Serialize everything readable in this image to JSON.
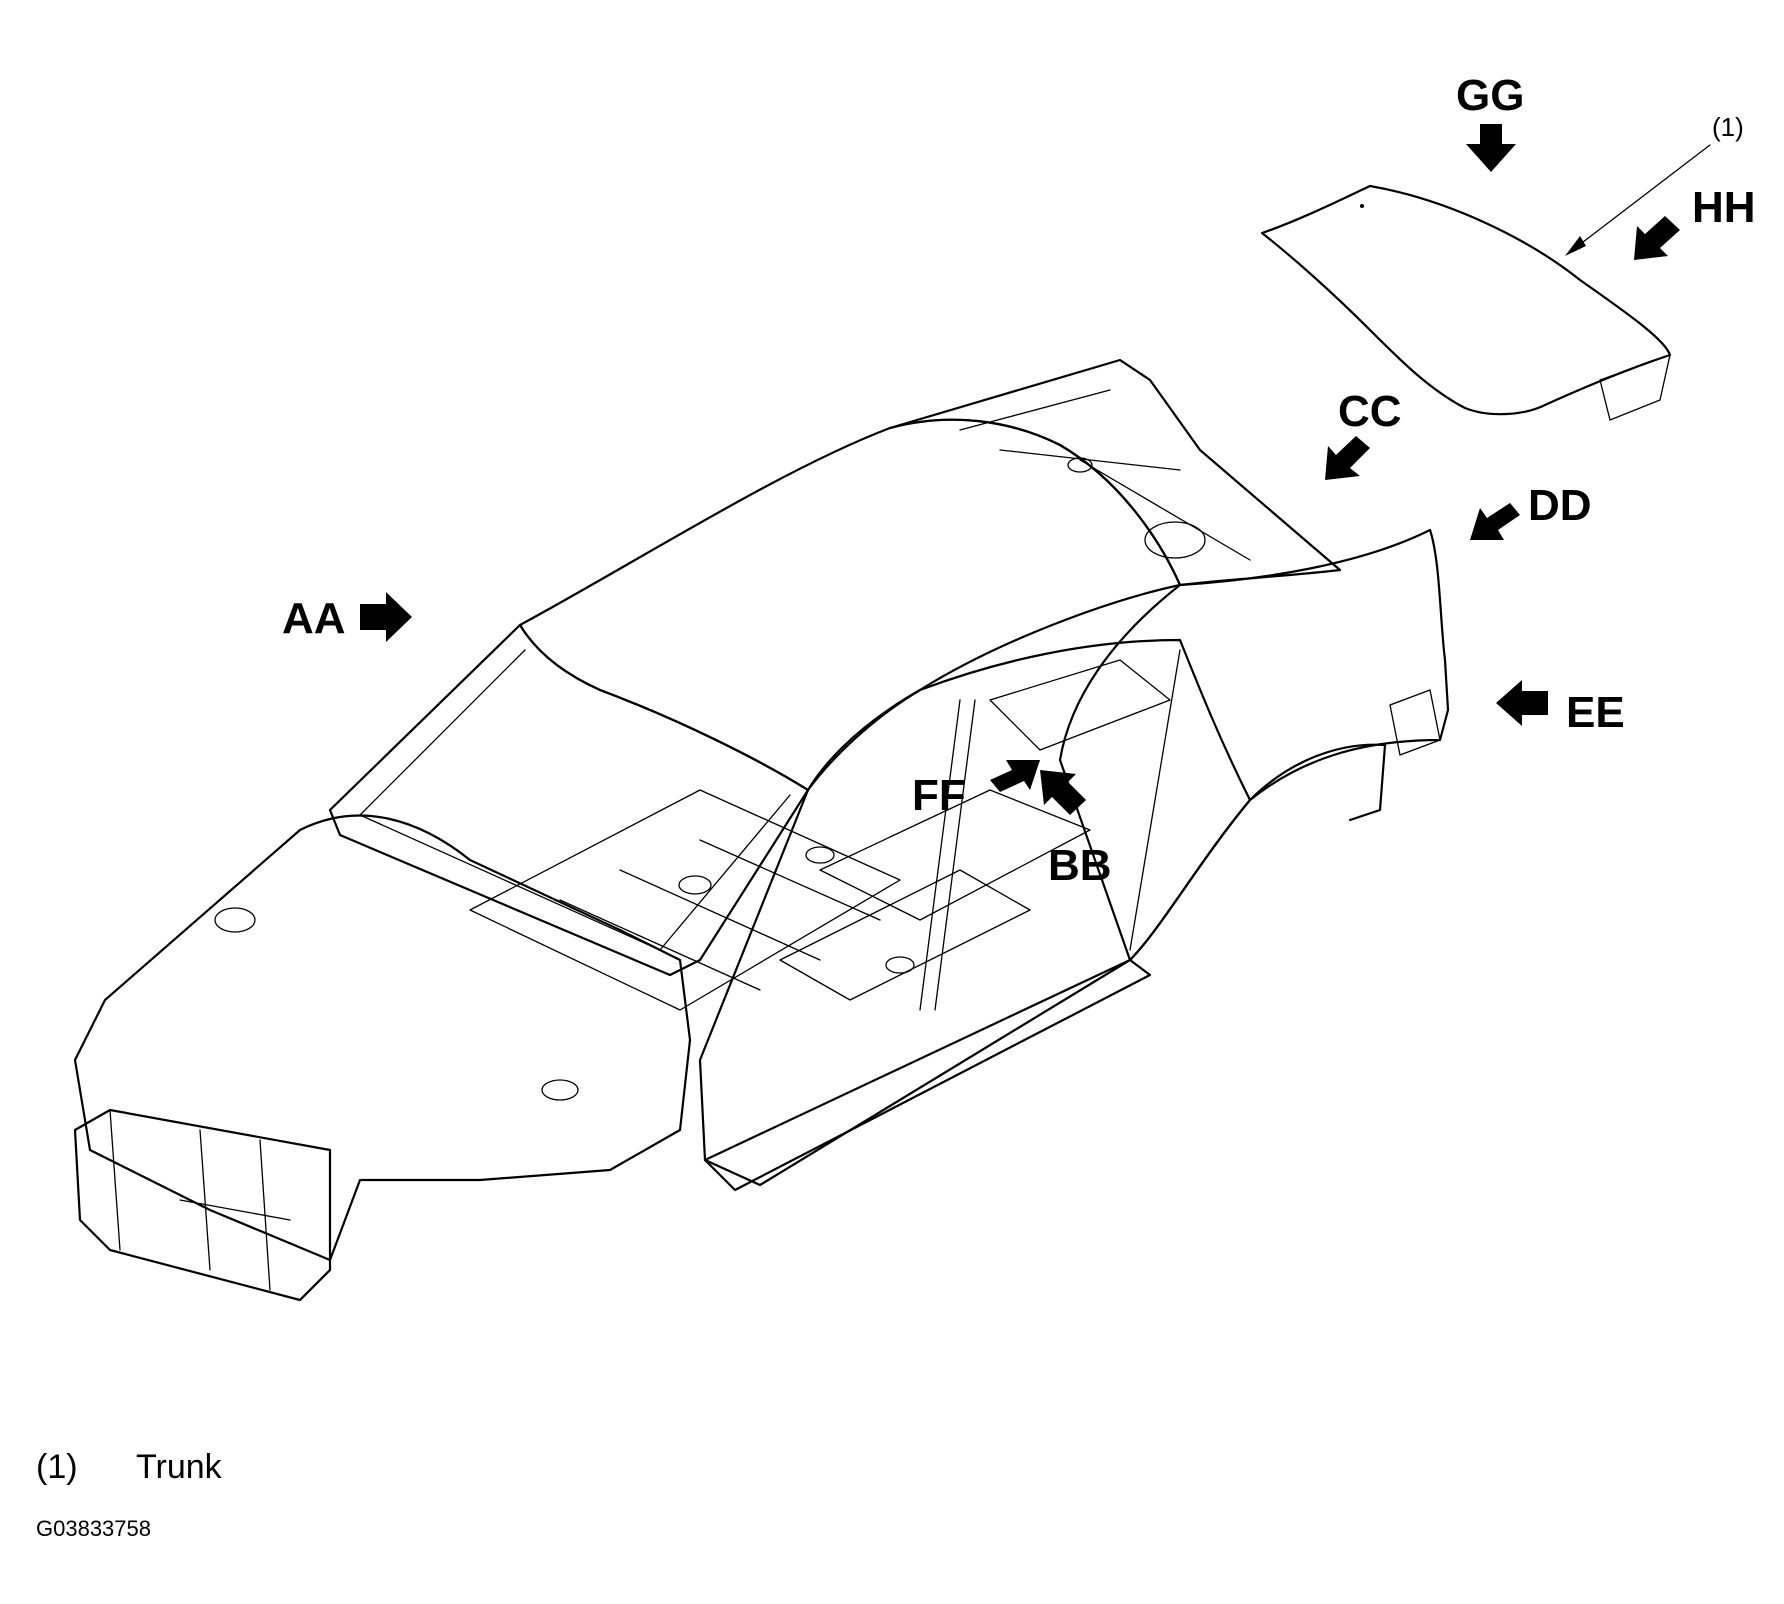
{
  "view_labels": {
    "aa": "AA",
    "bb": "BB",
    "cc": "CC",
    "dd": "DD",
    "ee": "EE",
    "ff": "FF",
    "gg": "GG",
    "hh": "HH"
  },
  "callout": {
    "trunk_ref": "(1)"
  },
  "legend": {
    "items": [
      {
        "number": "(1)",
        "name": "Trunk"
      }
    ]
  },
  "figure_id": "G03833758",
  "colors": {
    "line": "#000000",
    "background": "#ffffff"
  }
}
